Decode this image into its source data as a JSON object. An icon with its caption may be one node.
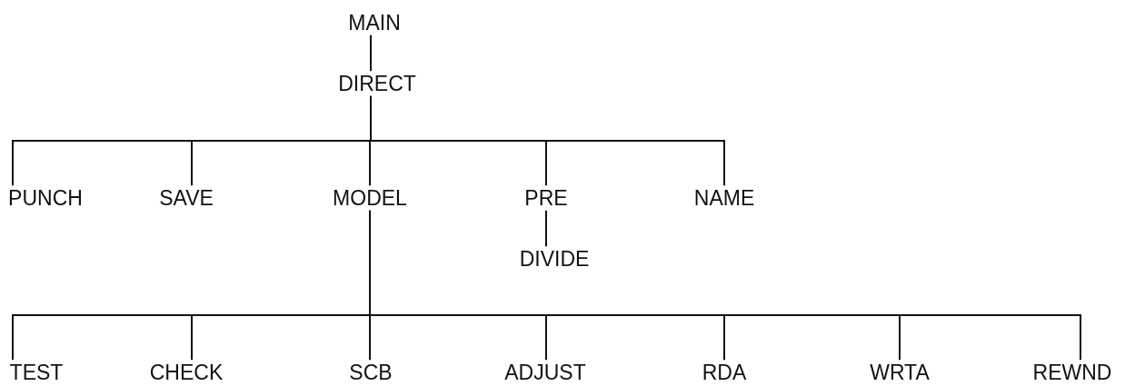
{
  "diagram": {
    "nodes": [
      {
        "text": [
          "MAIN"
        ]
      },
      {
        "text": [
          "DIRECT"
        ]
      },
      {
        "text": [
          "PUNCH"
        ]
      },
      {
        "text": [
          "SAVE"
        ]
      },
      {
        "text": [
          "MODEL"
        ]
      },
      {
        "text": [
          "PRE"
        ]
      },
      {
        "text": [
          "NAME"
        ]
      },
      {
        "text": [
          "DIVIDE"
        ]
      },
      {
        "text": [
          "TEST"
        ]
      },
      {
        "text": [
          "CHECK"
        ]
      },
      {
        "text": [
          "SCB"
        ]
      },
      {
        "text": [
          "ADJUST"
        ]
      },
      {
        "text": [
          "RDA"
        ]
      },
      {
        "text": [
          "WRTA"
        ]
      },
      {
        "text": [
          "REWND"
        ]
      }
    ],
    "edges": [
      {
        "from": 0,
        "to": 1,
        "arrow": "none"
      },
      {
        "from": 1,
        "to": 2,
        "arrow": "none"
      },
      {
        "from": 1,
        "to": 3,
        "arrow": "none"
      },
      {
        "from": 1,
        "to": 4,
        "arrow": "none"
      },
      {
        "from": 1,
        "to": 5,
        "arrow": "none"
      },
      {
        "from": 1,
        "to": 6,
        "arrow": "none"
      },
      {
        "from": 5,
        "to": 7,
        "arrow": "none"
      },
      {
        "from": 4,
        "to": 8,
        "arrow": "none"
      },
      {
        "from": 4,
        "to": 9,
        "arrow": "none"
      },
      {
        "from": 4,
        "to": 10,
        "arrow": "none"
      },
      {
        "from": 4,
        "to": 11,
        "arrow": "none"
      },
      {
        "from": 4,
        "to": 12,
        "arrow": "none"
      },
      {
        "from": 4,
        "to": 13,
        "arrow": "none"
      },
      {
        "from": 4,
        "to": 14,
        "arrow": "none"
      }
    ]
  }
}
